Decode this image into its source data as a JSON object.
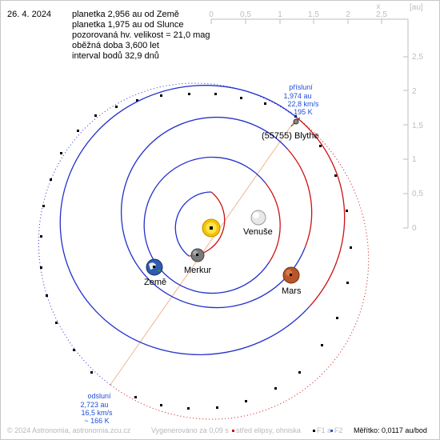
{
  "header": {
    "date": "26. 4. 2024",
    "lines": [
      "planetka 2,956 au od Země",
      "planetka 1,975 au od Slunce",
      "pozorovaná hv. velikost = 21,0 mag",
      "oběžná doba 3,600 let",
      "interval bodů 32,9 dnů"
    ]
  },
  "scale": {
    "x_ticks": [
      "0",
      "0,5",
      "1",
      "1,5",
      "2",
      "2,5"
    ],
    "y_ticks": [
      "2,5",
      "2",
      "1,5",
      "1",
      "0,5",
      "0"
    ],
    "x_label": "x",
    "unit": "[au]"
  },
  "bodies": {
    "venus": "Venuše",
    "mercury": "Merkur",
    "earth": "Země",
    "mars": "Mars",
    "asteroid": "(55755) Blythe"
  },
  "perihelion": {
    "title": "přísluní",
    "distance": "1,974 au",
    "speed": "22,8 km/s",
    "temp": "~ 195 K"
  },
  "aphelion": {
    "title": "odsluní",
    "distance": "2,723 au",
    "speed": "16,5 km/s",
    "temp": "~ 166 K"
  },
  "footer": {
    "copyright": "© 2024 Astronomia, astronomia.zcu.cz",
    "generated": "Vygenerováno za 0,09 s",
    "legend_center": "střed elipsy, ohniska",
    "legend_f1": "F1 a",
    "legend_f2": "F2",
    "scale": "Měřítko: 0,0117 au/bod"
  },
  "colors": {
    "orbit_blue": "#2430cc",
    "orbit_red": "#cc1111",
    "label_blue": "#1f4fd6",
    "axis_grey": "#bdbdbd",
    "apsis_line": "#f2b48c"
  }
}
